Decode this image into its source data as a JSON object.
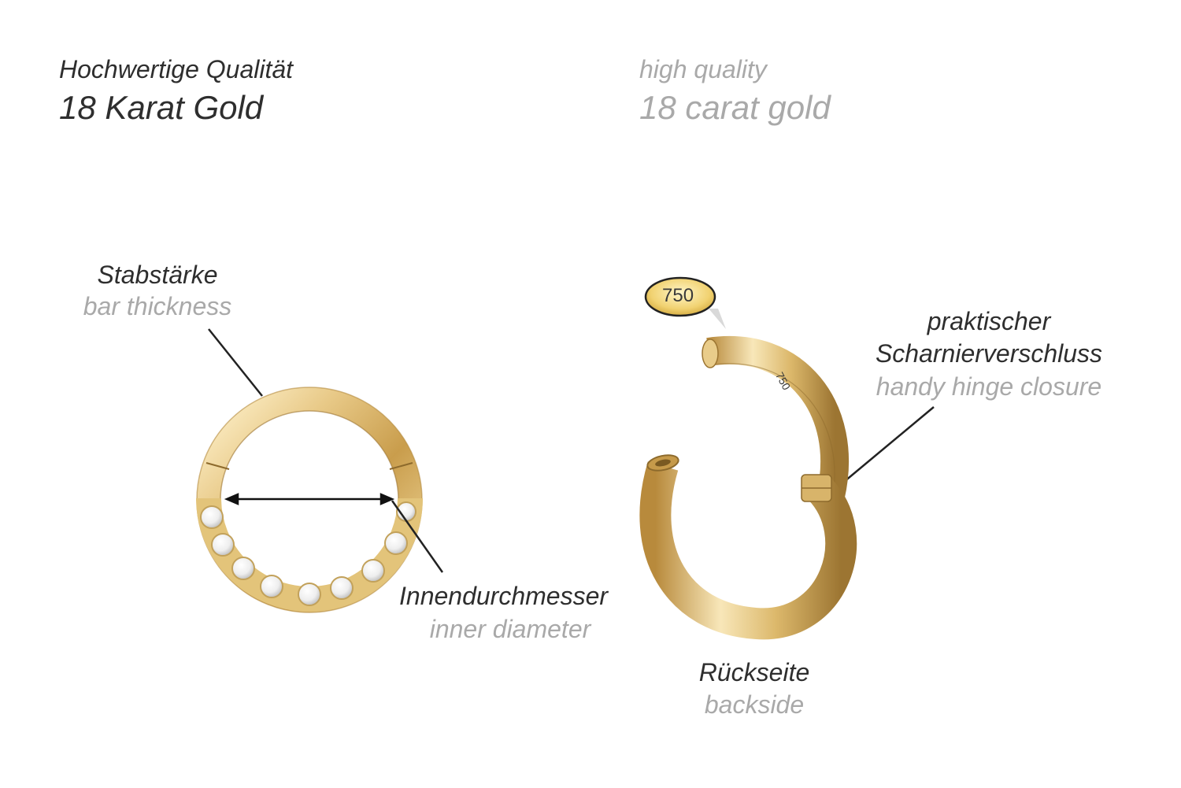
{
  "header": {
    "de_line1": "Hochwertige Qualität",
    "de_line2": "18 Karat Gold",
    "en_line1": "high quality",
    "en_line2": "18 carat gold"
  },
  "labels": {
    "bar_thickness": {
      "de": "Stabstärke",
      "en": "bar thickness"
    },
    "inner_diameter": {
      "de": "Innendurchmesser",
      "en": "inner diameter"
    },
    "hinge": {
      "de_line1": "praktischer",
      "de_line2": "Scharnierverschluss",
      "en": "handy hinge closure"
    },
    "backside": {
      "de": "Rückseite",
      "en": "backside"
    }
  },
  "stamp": {
    "badge": "750",
    "engraving": "750"
  },
  "colors": {
    "gold_light": "#f6e3b0",
    "gold_mid": "#dcb86b",
    "gold_dark": "#a57d35",
    "text_dark": "#2e2e2e",
    "text_gray": "#a9a9a9"
  },
  "icons": [
    "front-ring-icon",
    "back-ring-icon",
    "stamp-badge-icon",
    "diameter-arrow-icon"
  ]
}
